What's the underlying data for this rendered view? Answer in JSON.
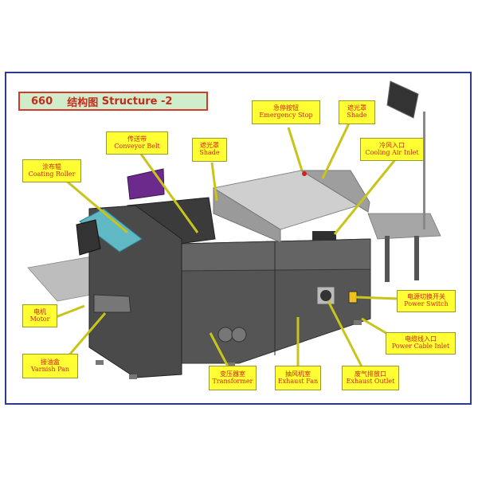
{
  "title": {
    "model": "660",
    "zh": "结构图",
    "en": "Structure -2"
  },
  "colors": {
    "frame": "#2d3b8f",
    "title_bg": "#cfeccb",
    "title_border": "#d23b2b",
    "title_text": "#c62a1c",
    "callout_bg": "#ffff33",
    "callout_text": "#d2231b",
    "machine_body": "#4a4a4a",
    "roller": "#5fb8c4",
    "lamp": "#6b2a8c"
  },
  "callouts": {
    "emergency_stop": {
      "zh": "急停按钮",
      "en": "Emergency Stop"
    },
    "shade_top": {
      "zh": "遮光罩",
      "en": "Shade"
    },
    "conveyor_belt": {
      "zh": "传送带",
      "en": "Conveyor Belt"
    },
    "shade_mid": {
      "zh": "遮光罩",
      "en": "Shade"
    },
    "cooling_air_inlet": {
      "zh": "冷风入口",
      "en": "Cooling Air Inlet"
    },
    "coating_roller": {
      "zh": "涂布辊",
      "en": "Coating Roller"
    },
    "motor": {
      "zh": "电机",
      "en": "Motor"
    },
    "power_switch": {
      "zh": "电源切换开关",
      "en": "Power Switch"
    },
    "power_cable_inlet": {
      "zh": "电缆线入口",
      "en": "Power Cable Inlet"
    },
    "varnish_pan": {
      "zh": "接油盒",
      "en": "Varnish Pan"
    },
    "transformer": {
      "zh": "变压器室",
      "en": "Transformer"
    },
    "exhaust_fan": {
      "zh": "抽风机室",
      "en": "Exhaust Fan"
    },
    "exhaust_outlet": {
      "zh": "废气排放口",
      "en": "Exhaust Outlet"
    }
  }
}
